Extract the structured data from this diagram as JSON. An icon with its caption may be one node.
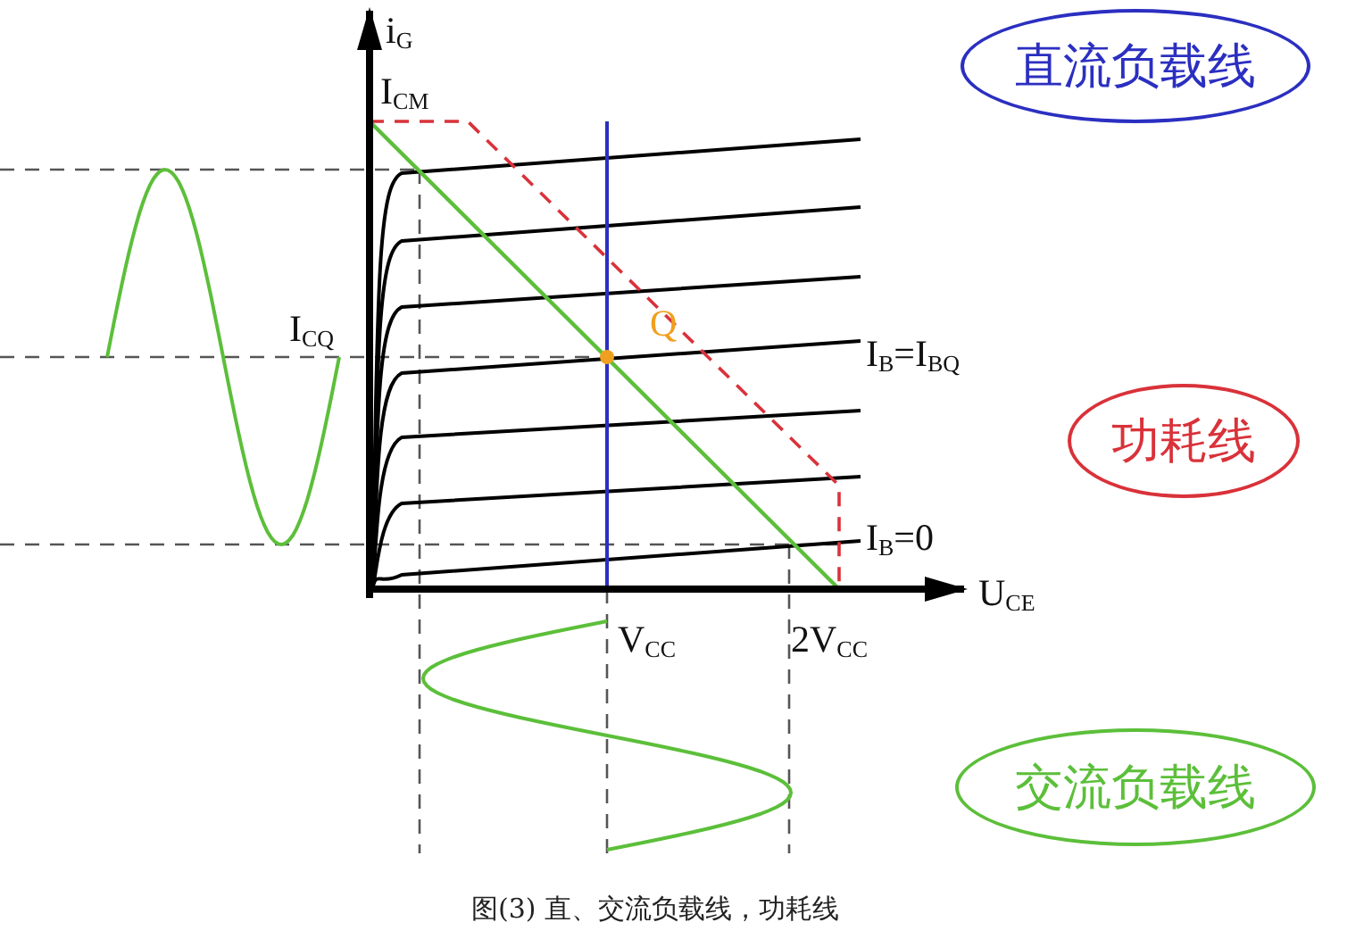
{
  "diagram": {
    "caption": "图(3) 直、交流负载线，功耗线",
    "nodes": [
      {
        "text": [
          "直流负载线"
        ]
      },
      {
        "text": [
          "功耗线"
        ]
      },
      {
        "text": [
          "交流负载线"
        ]
      }
    ],
    "labels": [
      "i$_{G}$",
      "I$_{CM}$",
      "I$_{CQ}$",
      "Q",
      "I$_{B}$=I$_{BQ}$",
      "I$_{B}$=0",
      "U$_{CE}$",
      "V$_{CC}$",
      "2V$_{CC}$"
    ]
  }
}
